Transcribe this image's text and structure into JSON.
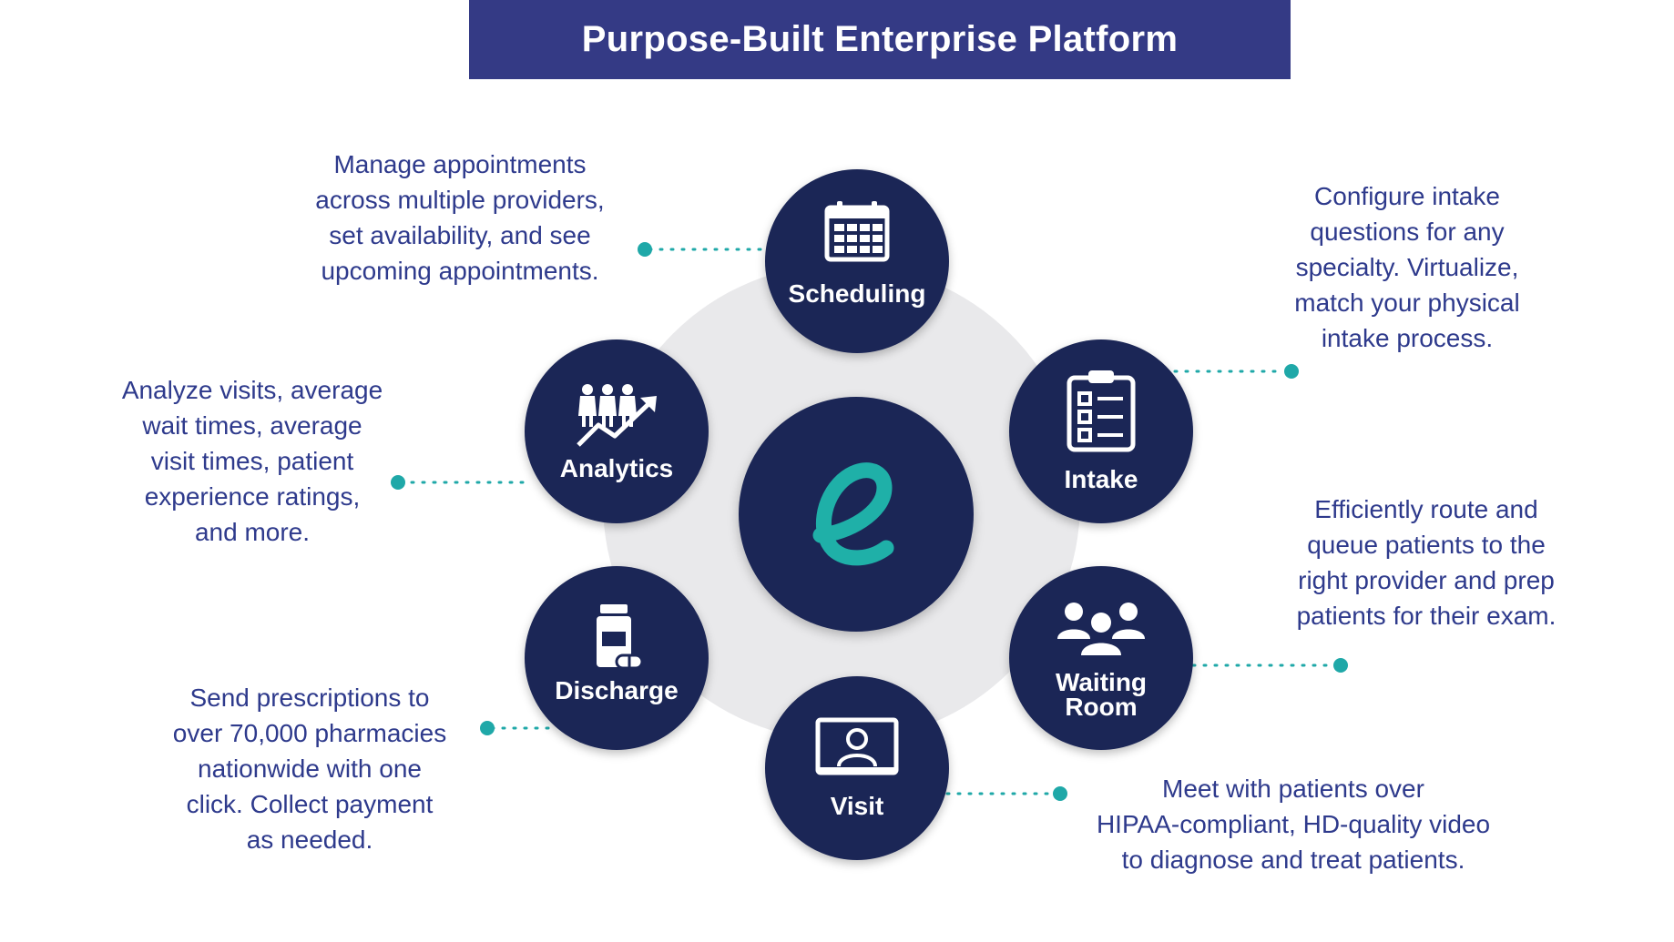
{
  "title": "Purpose-Built Enterprise Platform",
  "colors": {
    "banner": "#343a85",
    "node": "#1b2656",
    "ring": "#e9e9eb",
    "accent_teal": "#1fa8a8",
    "text_blue": "#2e3a8c"
  },
  "center_logo": {
    "icon": "e-logo-icon"
  },
  "nodes": [
    {
      "key": "scheduling",
      "label": "Scheduling",
      "icon": "calendar-icon",
      "description": "Manage appointments\nacross multiple providers,\nset availability, and see\nupcoming appointments."
    },
    {
      "key": "intake",
      "label": "Intake",
      "icon": "clipboard-checklist-icon",
      "description": "Configure intake\nquestions for any\nspecialty. Virtualize,\nmatch your physical\nintake process."
    },
    {
      "key": "waiting_room",
      "label": "Waiting\nRoom",
      "icon": "people-group-icon",
      "description": "Efficiently route and\nqueue patients to the\nright provider and prep\npatients for their exam."
    },
    {
      "key": "visit",
      "label": "Visit",
      "icon": "video-call-icon",
      "description": "Meet with patients over\nHIPAA-compliant, HD-quality video\nto diagnose and treat patients."
    },
    {
      "key": "discharge",
      "label": "Discharge",
      "icon": "pill-bottle-icon",
      "description": "Send prescriptions to\nover 70,000 pharmacies\nnationwide with one\nclick. Collect payment\nas needed."
    },
    {
      "key": "analytics",
      "label": "Analytics",
      "icon": "people-trend-icon",
      "description": "Analyze visits, average\nwait times, average\nvisit times, patient\nexperience ratings,\nand more."
    }
  ]
}
